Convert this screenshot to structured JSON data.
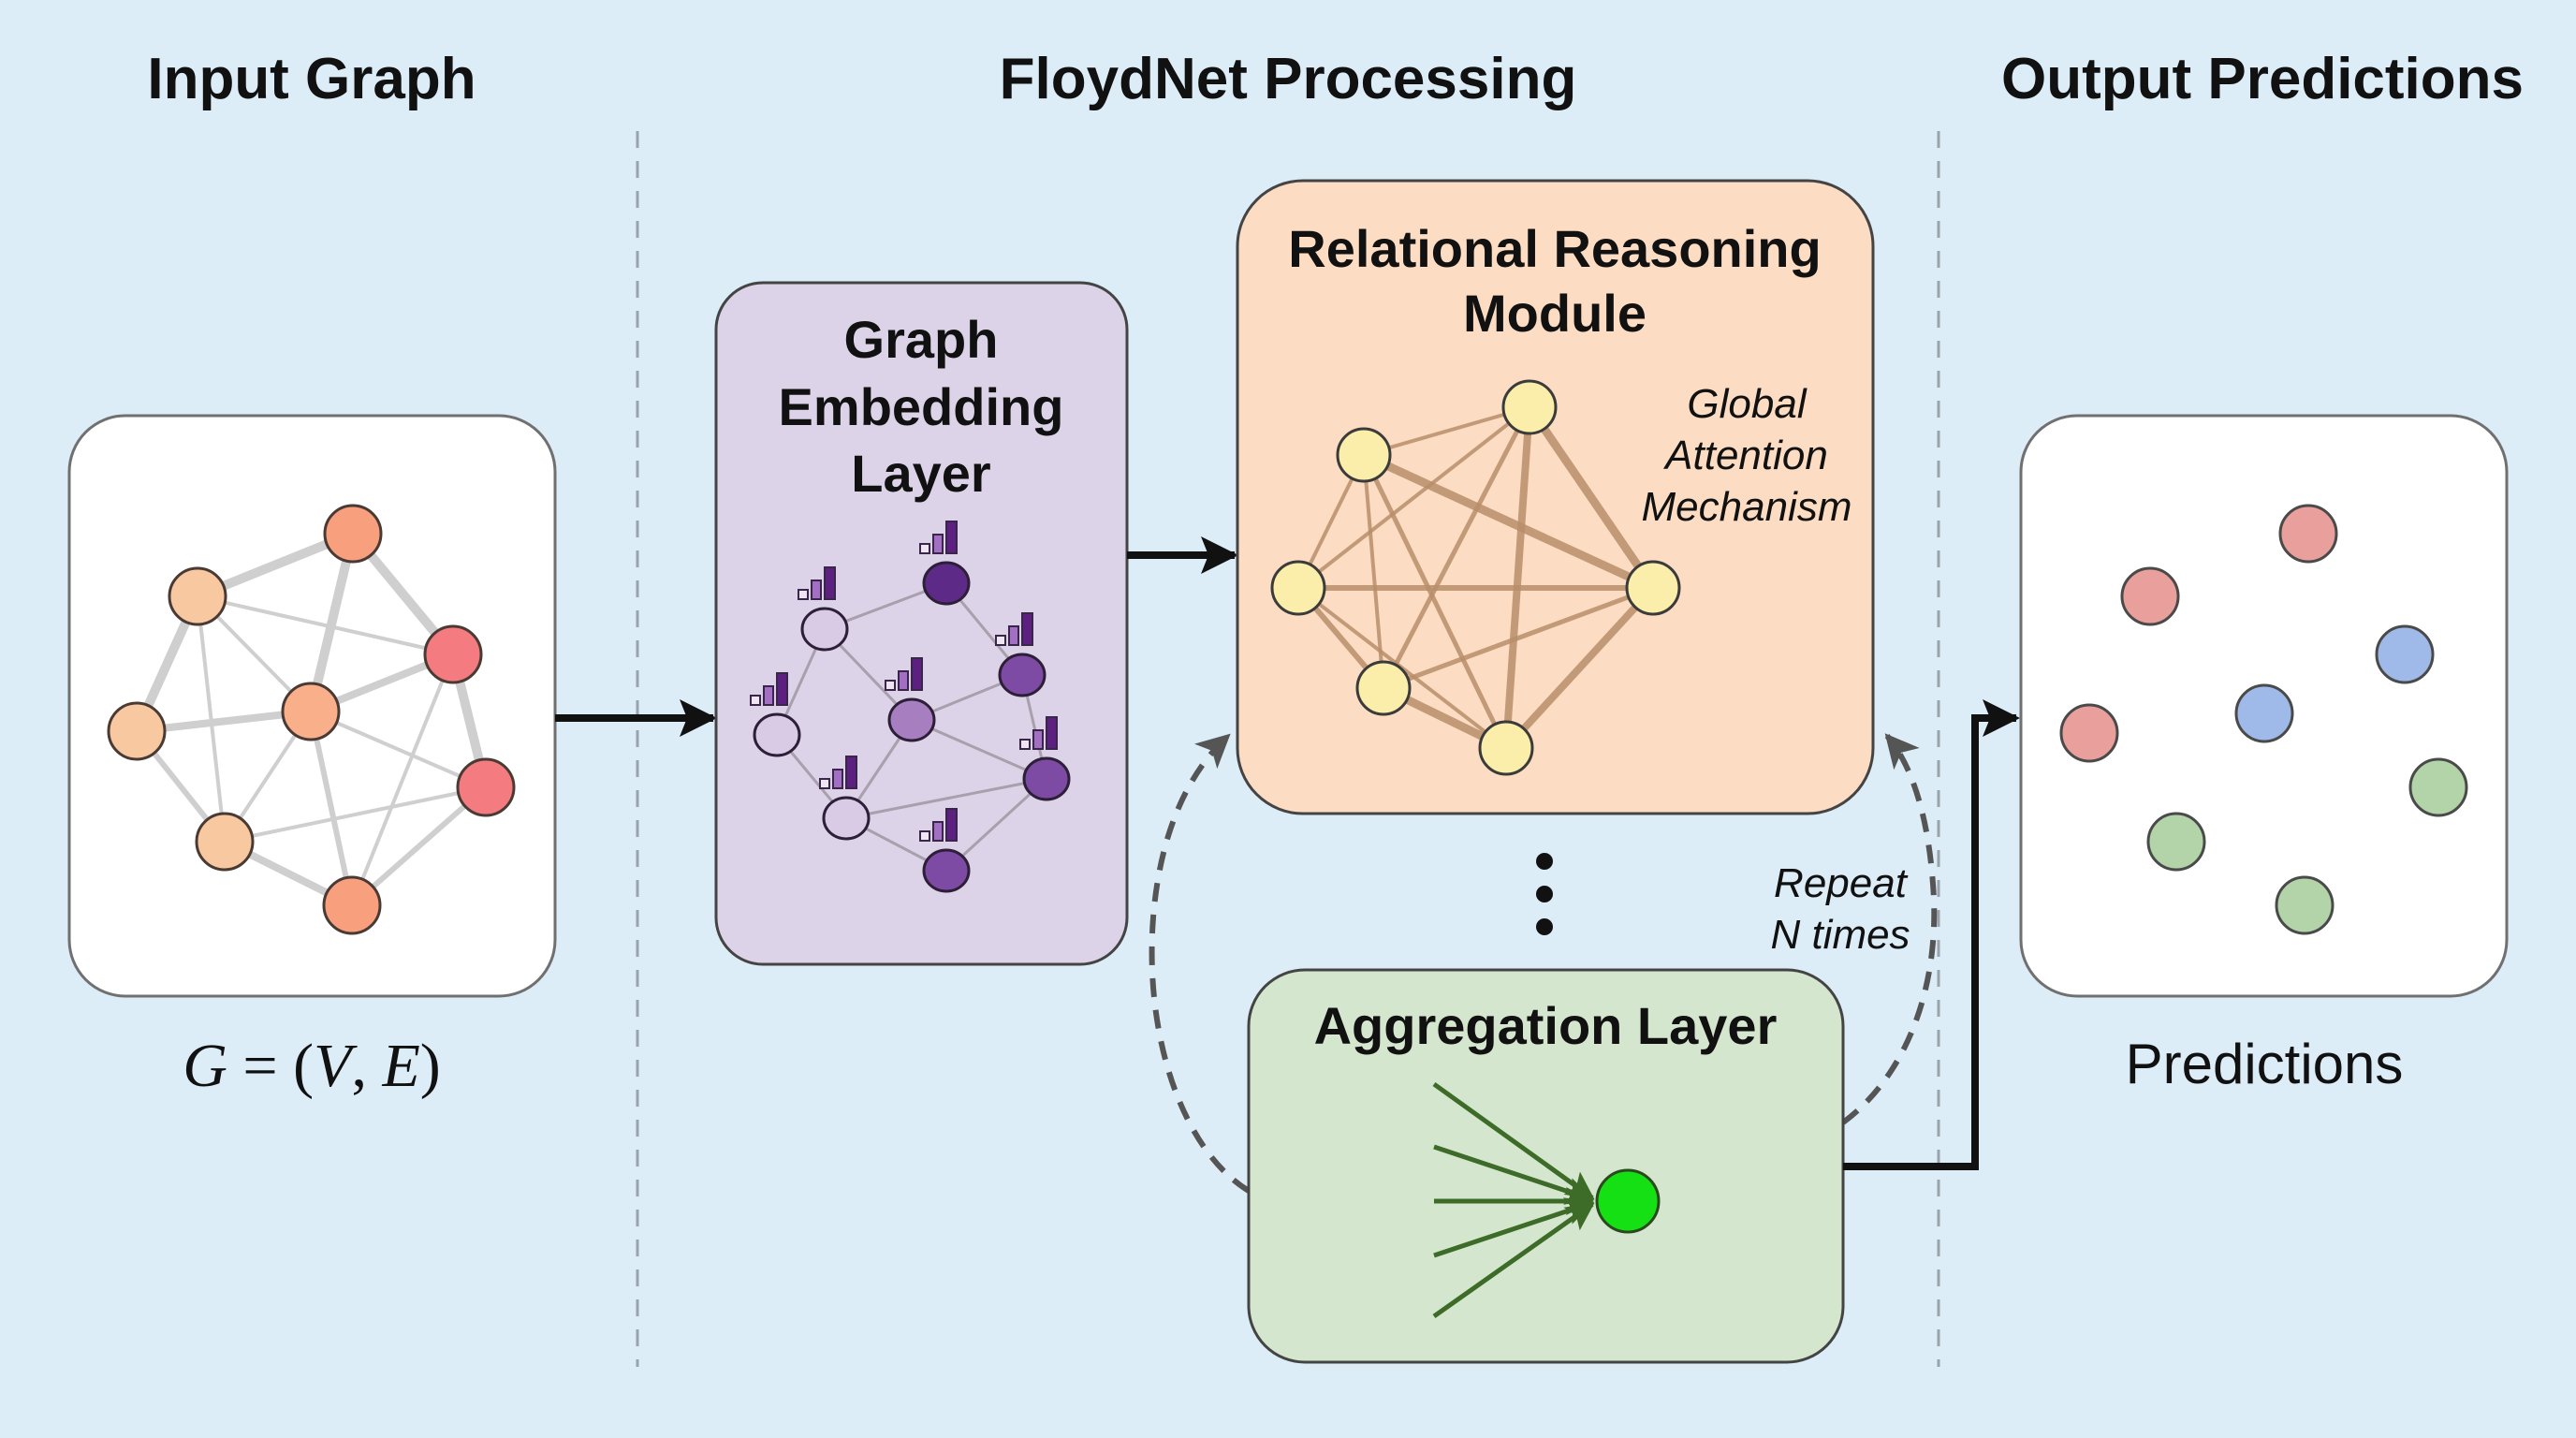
{
  "sections": {
    "input": {
      "title": "Input Graph",
      "caption_formula": {
        "lhs": "G",
        "eq": " = (",
        "v": "V",
        "comma": ", ",
        "e": "E",
        "close": ")"
      }
    },
    "processing": {
      "title": "FloydNet Processing"
    },
    "output": {
      "title": "Output Predictions",
      "caption": "Predictions"
    }
  },
  "modules": {
    "embedding": {
      "title_lines": [
        "Graph",
        "Embedding",
        "Layer"
      ],
      "color": "#ddd3e8"
    },
    "relational": {
      "title_lines": [
        "Relational Reasoning",
        "Module"
      ],
      "annotation_lines": [
        "Global",
        "Attention",
        "Mechanism"
      ],
      "color": "#fcdcc2"
    },
    "aggregation": {
      "title": "Aggregation Layer",
      "color": "#d5e6cf",
      "output_node_color": "#14e014"
    }
  },
  "loop": {
    "label_lines": [
      "Repeat",
      "N times"
    ],
    "ellipsis": "⋮"
  },
  "colors": {
    "background": "#dcedf8",
    "panel": "#ffffff",
    "input_node_palette": [
      "#f8c9a0",
      "#f9b08a",
      "#f8a07e",
      "#f47c80"
    ],
    "prediction_classes": {
      "red": "#e9a09c",
      "blue": "#9fb9e8",
      "green": "#b3d4a8"
    },
    "relational_node": "#fbeeaa",
    "relational_edge": "#b98e6a",
    "embedding_node_shades": [
      "#d9cbe6",
      "#a77fc0",
      "#7d4ba3",
      "#5e2a87"
    ]
  },
  "input_graph": {
    "nodes": [
      {
        "id": "n1",
        "shade": 2
      },
      {
        "id": "n2",
        "shade": 0
      },
      {
        "id": "n3",
        "shade": 3
      },
      {
        "id": "n4",
        "shade": 1
      },
      {
        "id": "n5",
        "shade": 0
      },
      {
        "id": "n6",
        "shade": 3
      },
      {
        "id": "n7",
        "shade": 0
      },
      {
        "id": "n8",
        "shade": 2
      }
    ]
  },
  "predictions": {
    "nodes": [
      {
        "class": "red"
      },
      {
        "class": "red"
      },
      {
        "class": "blue"
      },
      {
        "class": "blue"
      },
      {
        "class": "red"
      },
      {
        "class": "green"
      },
      {
        "class": "green"
      },
      {
        "class": "green"
      }
    ]
  }
}
